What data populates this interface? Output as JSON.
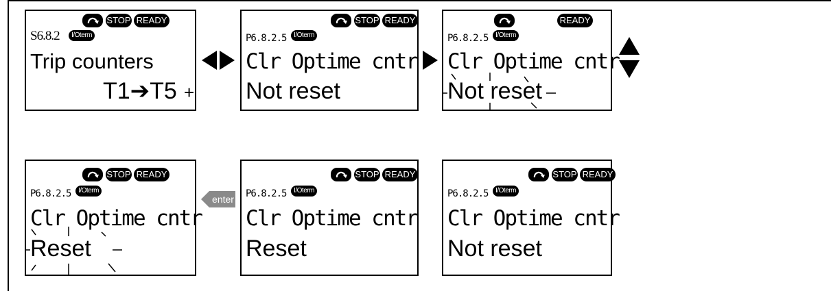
{
  "status": {
    "stop": "STOP",
    "ready": "READY",
    "io": "I/Oterm"
  },
  "panels": [
    {
      "code": "S6.8.2",
      "line1": "Trip counters",
      "line2": "T1➔T5",
      "mark": "+"
    },
    {
      "code": "P6.8.2.5",
      "line1": "Clr Optime cntr",
      "line2": "Not reset"
    },
    {
      "code": "P6.8.2.5",
      "line1": "Clr Optime cntr",
      "line2": "Not reset"
    },
    {
      "code": "P6.8.2.5",
      "line1": "Clr Optime cntr",
      "line2": "Reset"
    },
    {
      "code": "P6.8.2.5",
      "line1": "Clr Optime cntr",
      "line2": "Reset"
    },
    {
      "code": "P6.8.2.5",
      "line1": "Clr Optime cntr",
      "line2": "Not reset"
    }
  ],
  "enter_label": "enter"
}
